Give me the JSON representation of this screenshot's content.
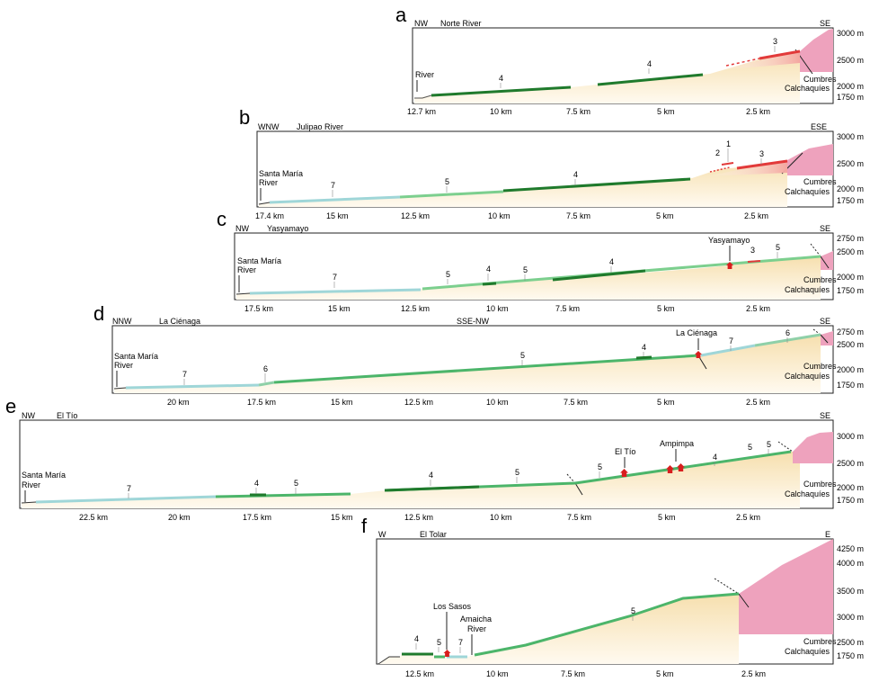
{
  "panels": [
    {
      "id": "a",
      "letter": "a",
      "left_dir": "NW",
      "right_dir": "SE",
      "river": "Norte River",
      "mid": "",
      "elev_labels": [
        "3000 m",
        "2500 m",
        "2000 m",
        "1750 m"
      ],
      "km_labels": [
        "12.7 km",
        "10 km",
        "7.5 km",
        "5 km",
        "2.5 km"
      ],
      "river_label": [
        "River"
      ],
      "range_label": [
        "Cumbres",
        "Calchaquíes"
      ],
      "unit_labels": [
        "4",
        "4",
        "3"
      ],
      "localities": []
    },
    {
      "id": "b",
      "letter": "b",
      "left_dir": "WNW",
      "right_dir": "ESE",
      "river": "Julipao River",
      "mid": "",
      "elev_labels": [
        "3000 m",
        "2500 m",
        "2000 m",
        "1750 m"
      ],
      "km_labels": [
        "17.4 km",
        "15 km",
        "12.5 km",
        "10 km",
        "7.5 km",
        "5 km",
        "2.5 km"
      ],
      "river_label": [
        "Santa María",
        "River"
      ],
      "range_label": [
        "Cumbres",
        "Calchaquíes"
      ],
      "unit_labels": [
        "7",
        "5",
        "4",
        "2",
        "1",
        "3"
      ],
      "localities": []
    },
    {
      "id": "c",
      "letter": "c",
      "left_dir": "NW",
      "right_dir": "SE",
      "river": "Yasyamayo",
      "mid": "",
      "elev_labels": [
        "2750 m",
        "2500 m",
        "2000 m",
        "1750 m"
      ],
      "km_labels": [
        "17.5 km",
        "15 km",
        "12.5 km",
        "10 km",
        "7.5 km",
        "5 km",
        "2.5 km"
      ],
      "river_label": [
        "Santa María",
        "River"
      ],
      "range_label": [
        "Cumbres",
        "Calchaquíes"
      ],
      "unit_labels": [
        "7",
        "5",
        "4",
        "5",
        "4",
        "3",
        "5"
      ],
      "localities": [
        "Yasyamayo"
      ]
    },
    {
      "id": "d",
      "letter": "d",
      "left_dir": "NNW",
      "right_dir": "SE",
      "river": "La Ciénaga",
      "mid": "SSE-NW",
      "elev_labels": [
        "2750 m",
        "2500 m",
        "2000 m",
        "1750 m"
      ],
      "km_labels": [
        "20 km",
        "17.5 km",
        "15 km",
        "12.5 km",
        "10 km",
        "7.5 km",
        "5 km",
        "2.5 km"
      ],
      "river_label": [
        "Santa María",
        "River"
      ],
      "range_label": [
        "Cumbres",
        "Calchaquíes"
      ],
      "unit_labels": [
        "7",
        "6",
        "5",
        "4",
        "7",
        "6"
      ],
      "localities": [
        "La Ciénaga"
      ]
    },
    {
      "id": "e",
      "letter": "e",
      "left_dir": "NW",
      "right_dir": "SE",
      "river": "El Tío",
      "mid": "",
      "elev_labels": [
        "3000 m",
        "2500 m",
        "2000 m",
        "1750 m"
      ],
      "km_labels": [
        "22.5 km",
        "20 km",
        "17.5 km",
        "15 km",
        "12.5 km",
        "10 km",
        "7.5 km",
        "5 km",
        "2.5 km"
      ],
      "river_label": [
        "Santa María",
        "River"
      ],
      "range_label": [
        "Cumbres",
        "Calchaquíes"
      ],
      "unit_labels": [
        "7",
        "4",
        "5",
        "4",
        "5",
        "5",
        "4",
        "5",
        "5"
      ],
      "localities": [
        "El Tío",
        "Ampimpa"
      ]
    },
    {
      "id": "f",
      "letter": "f",
      "left_dir": "W",
      "right_dir": "E",
      "river": "El Tolar",
      "mid": "",
      "elev_labels": [
        "4250 m",
        "4000 m",
        "3500 m",
        "3000 m",
        "2500 m",
        "1750 m"
      ],
      "km_labels": [
        "12.5 km",
        "10 km",
        "7.5 km",
        "5 km",
        "2.5 km"
      ],
      "river_label": [
        "Amaicha",
        "River"
      ],
      "range_label": [
        "Cumbres",
        "Calchaquíes"
      ],
      "unit_labels": [
        "4",
        "5",
        "7",
        "5"
      ],
      "localities": [
        "Los Sasos"
      ]
    }
  ],
  "colors": {
    "unit_7": "#9fd6d8",
    "unit_6": "#8fd0a8",
    "unit_5": "#4cb56a",
    "unit_4": "#1f7a2c",
    "unit_1_3": "#e23a3a",
    "basement": "#eea2bd",
    "fill": "#faedcf",
    "locality_marker": "#d81e1e"
  }
}
